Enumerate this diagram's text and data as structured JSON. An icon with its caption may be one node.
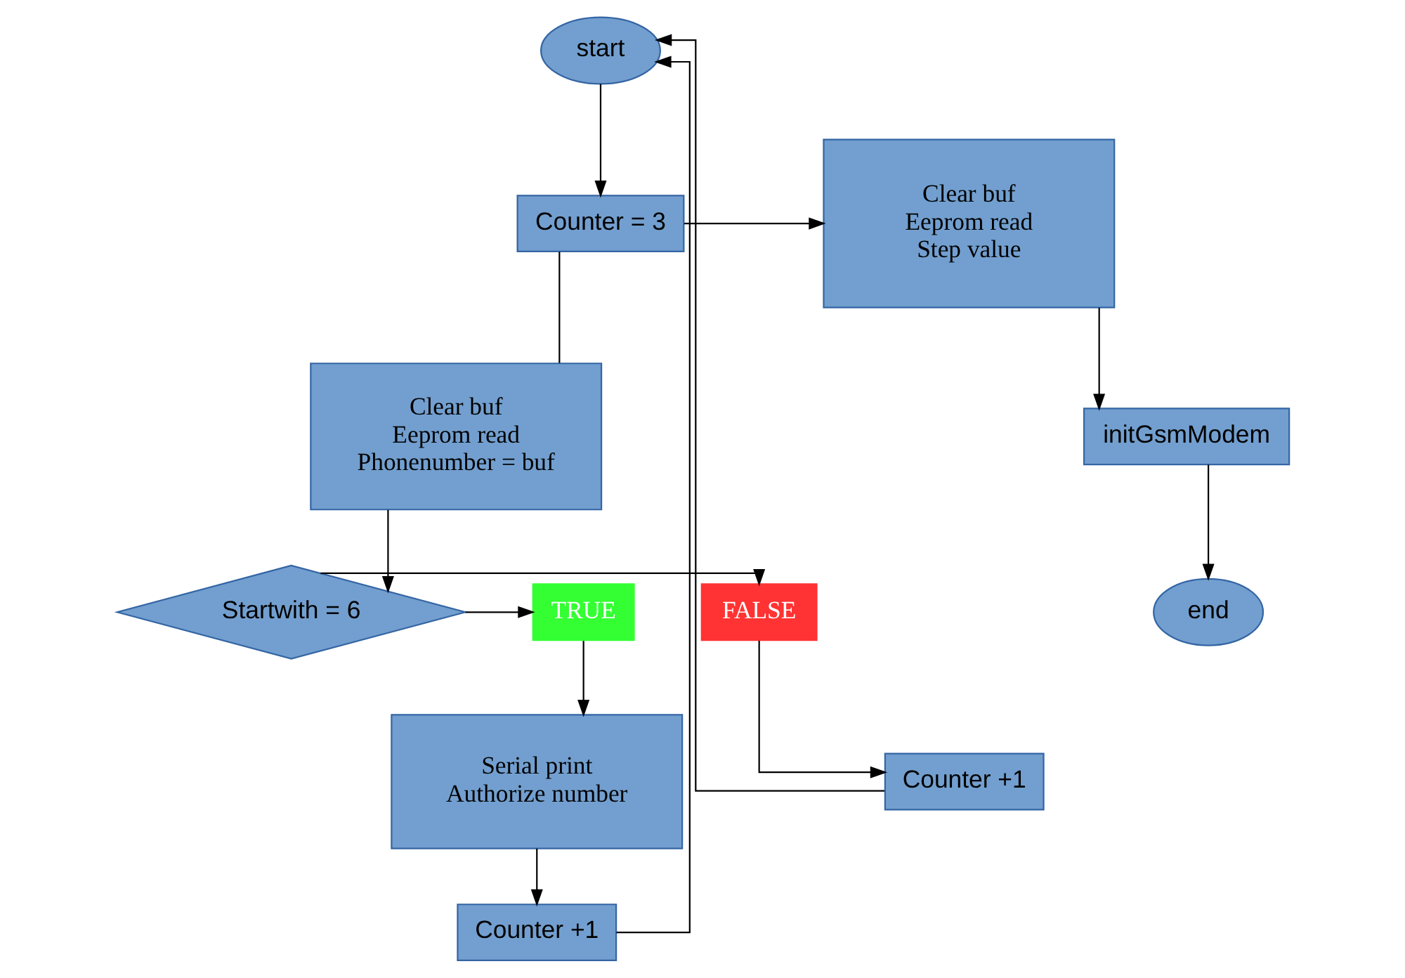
{
  "diagram": {
    "nodes": [
      {
        "text": [
          "start"
        ]
      },
      {
        "text": [
          "Counter = 3"
        ]
      },
      {
        "text": [
          "Clear buf",
          "Eeprom read",
          "Phonenumber = buf"
        ]
      },
      {
        "text": [
          "Startwith = 6"
        ]
      },
      {
        "text": [
          "FALSE"
        ]
      },
      {
        "text": [
          "TRUE"
        ]
      },
      {
        "text": [
          "Counter +1"
        ]
      },
      {
        "text": [
          "Serial print",
          "Authorize number"
        ]
      },
      {
        "text": [
          "Counter +1"
        ]
      },
      {
        "text": [
          "Clear buf",
          "Eeprom read",
          "Step value"
        ]
      },
      {
        "text": [
          "initGsmModem"
        ]
      },
      {
        "text": [
          "end"
        ]
      }
    ],
    "edges": [
      {
        "from": 0,
        "to": 1,
        "arrow": "to"
      },
      {
        "from": 1,
        "to": 2,
        "arrow": "none"
      },
      {
        "from": 2,
        "to": 3,
        "arrow": "to"
      },
      {
        "from": 3,
        "to": 4,
        "arrow": "to"
      },
      {
        "from": 3,
        "to": 5,
        "arrow": "to"
      },
      {
        "from": 4,
        "to": 6,
        "arrow": "to"
      },
      {
        "from": 6,
        "to": 0,
        "arrow": "to"
      },
      {
        "from": 5,
        "to": 7,
        "arrow": "to"
      },
      {
        "from": 7,
        "to": 8,
        "arrow": "to"
      },
      {
        "from": 8,
        "to": 0,
        "arrow": "to"
      },
      {
        "from": 1,
        "to": 9,
        "arrow": "to"
      },
      {
        "from": 9,
        "to": 10,
        "arrow": "to"
      },
      {
        "from": 10,
        "to": 11,
        "arrow": "to"
      }
    ]
  }
}
